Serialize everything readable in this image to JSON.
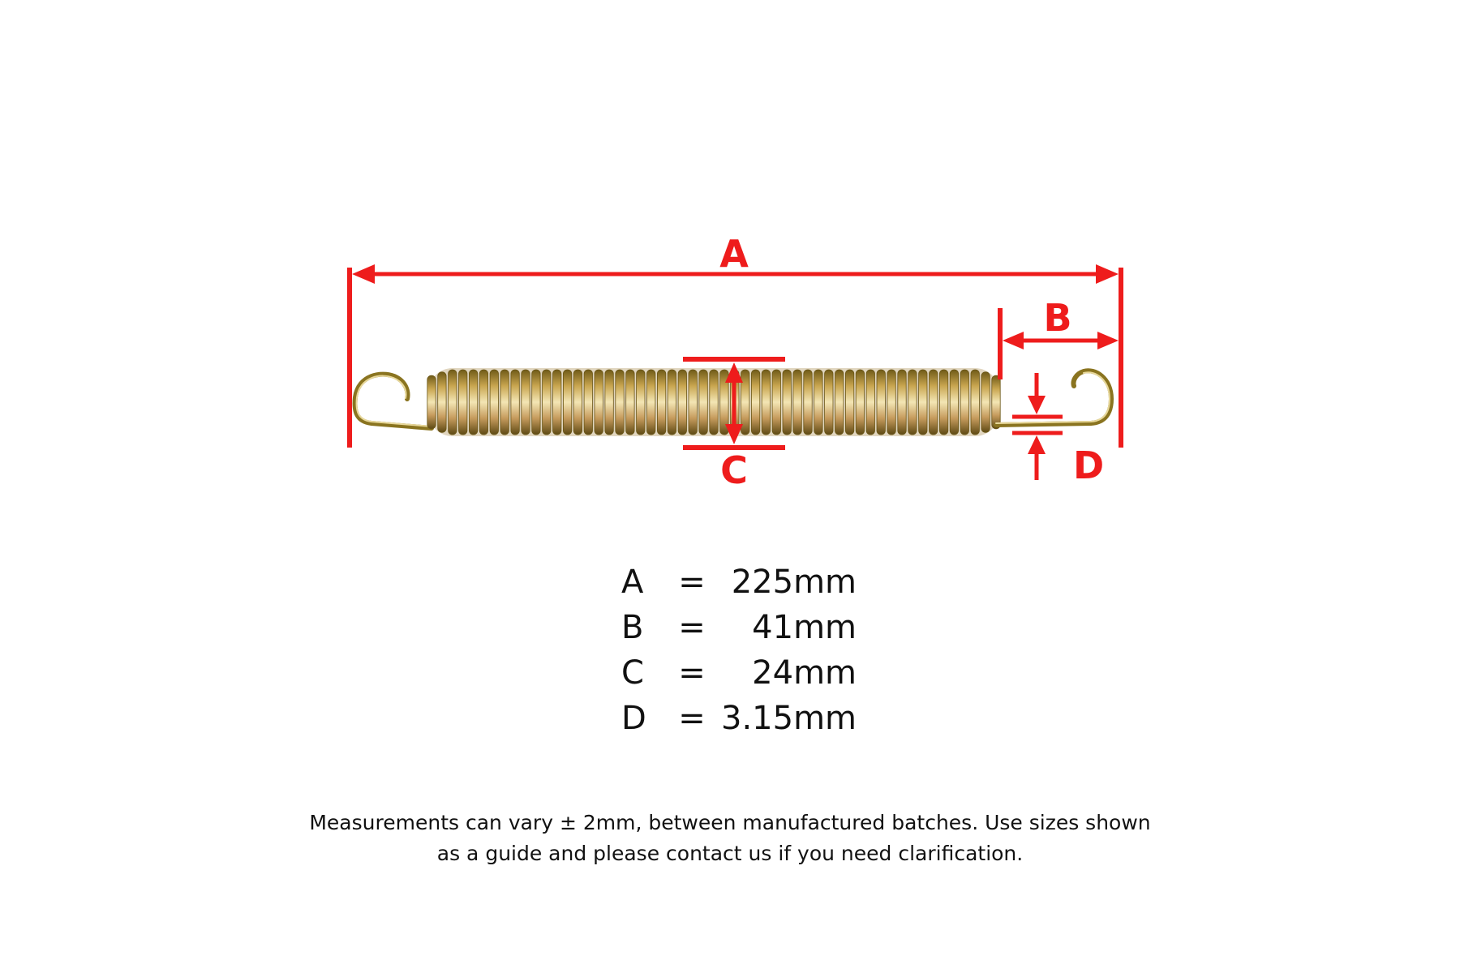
{
  "diagram": {
    "title": "",
    "accent_color": "#ee1c1c",
    "spring_colors": {
      "dark": "#8a7420",
      "mid": "#c6a24a",
      "light": "#f0e0a8",
      "rose": "#c99080"
    },
    "labels": {
      "a": "A",
      "b": "B",
      "c": "C",
      "d": "D"
    },
    "coil_count": 55
  },
  "specs": [
    {
      "key": "A",
      "eq": "=",
      "value": "225mm"
    },
    {
      "key": "B",
      "eq": "=",
      "value": "41mm"
    },
    {
      "key": "C",
      "eq": "=",
      "value": "24mm"
    },
    {
      "key": "D",
      "eq": "=",
      "value": "3.15mm"
    }
  ],
  "note": "Measurements can vary ± 2mm, between manufactured batches. Use sizes shown as a guide and please contact us if you need clarification."
}
